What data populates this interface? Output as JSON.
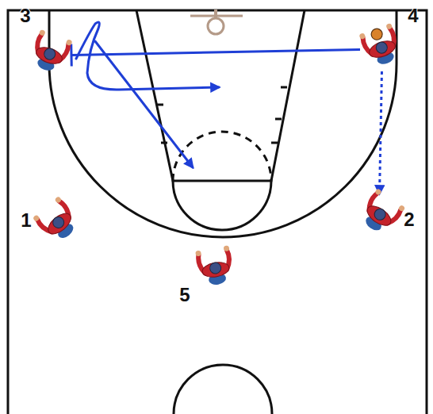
{
  "diagram": {
    "nodes": [
      {
        "text": [
          "3"
        ]
      },
      {
        "text": [
          "4"
        ]
      },
      {
        "text": [
          "1"
        ]
      },
      {
        "text": [
          "2"
        ]
      },
      {
        "text": [
          "5"
        ]
      }
    ],
    "edges": [
      {
        "from": 1,
        "to": 3,
        "arrow": "to"
      },
      {
        "from": 1,
        "to": 0,
        "arrow": "none"
      }
    ]
  }
}
